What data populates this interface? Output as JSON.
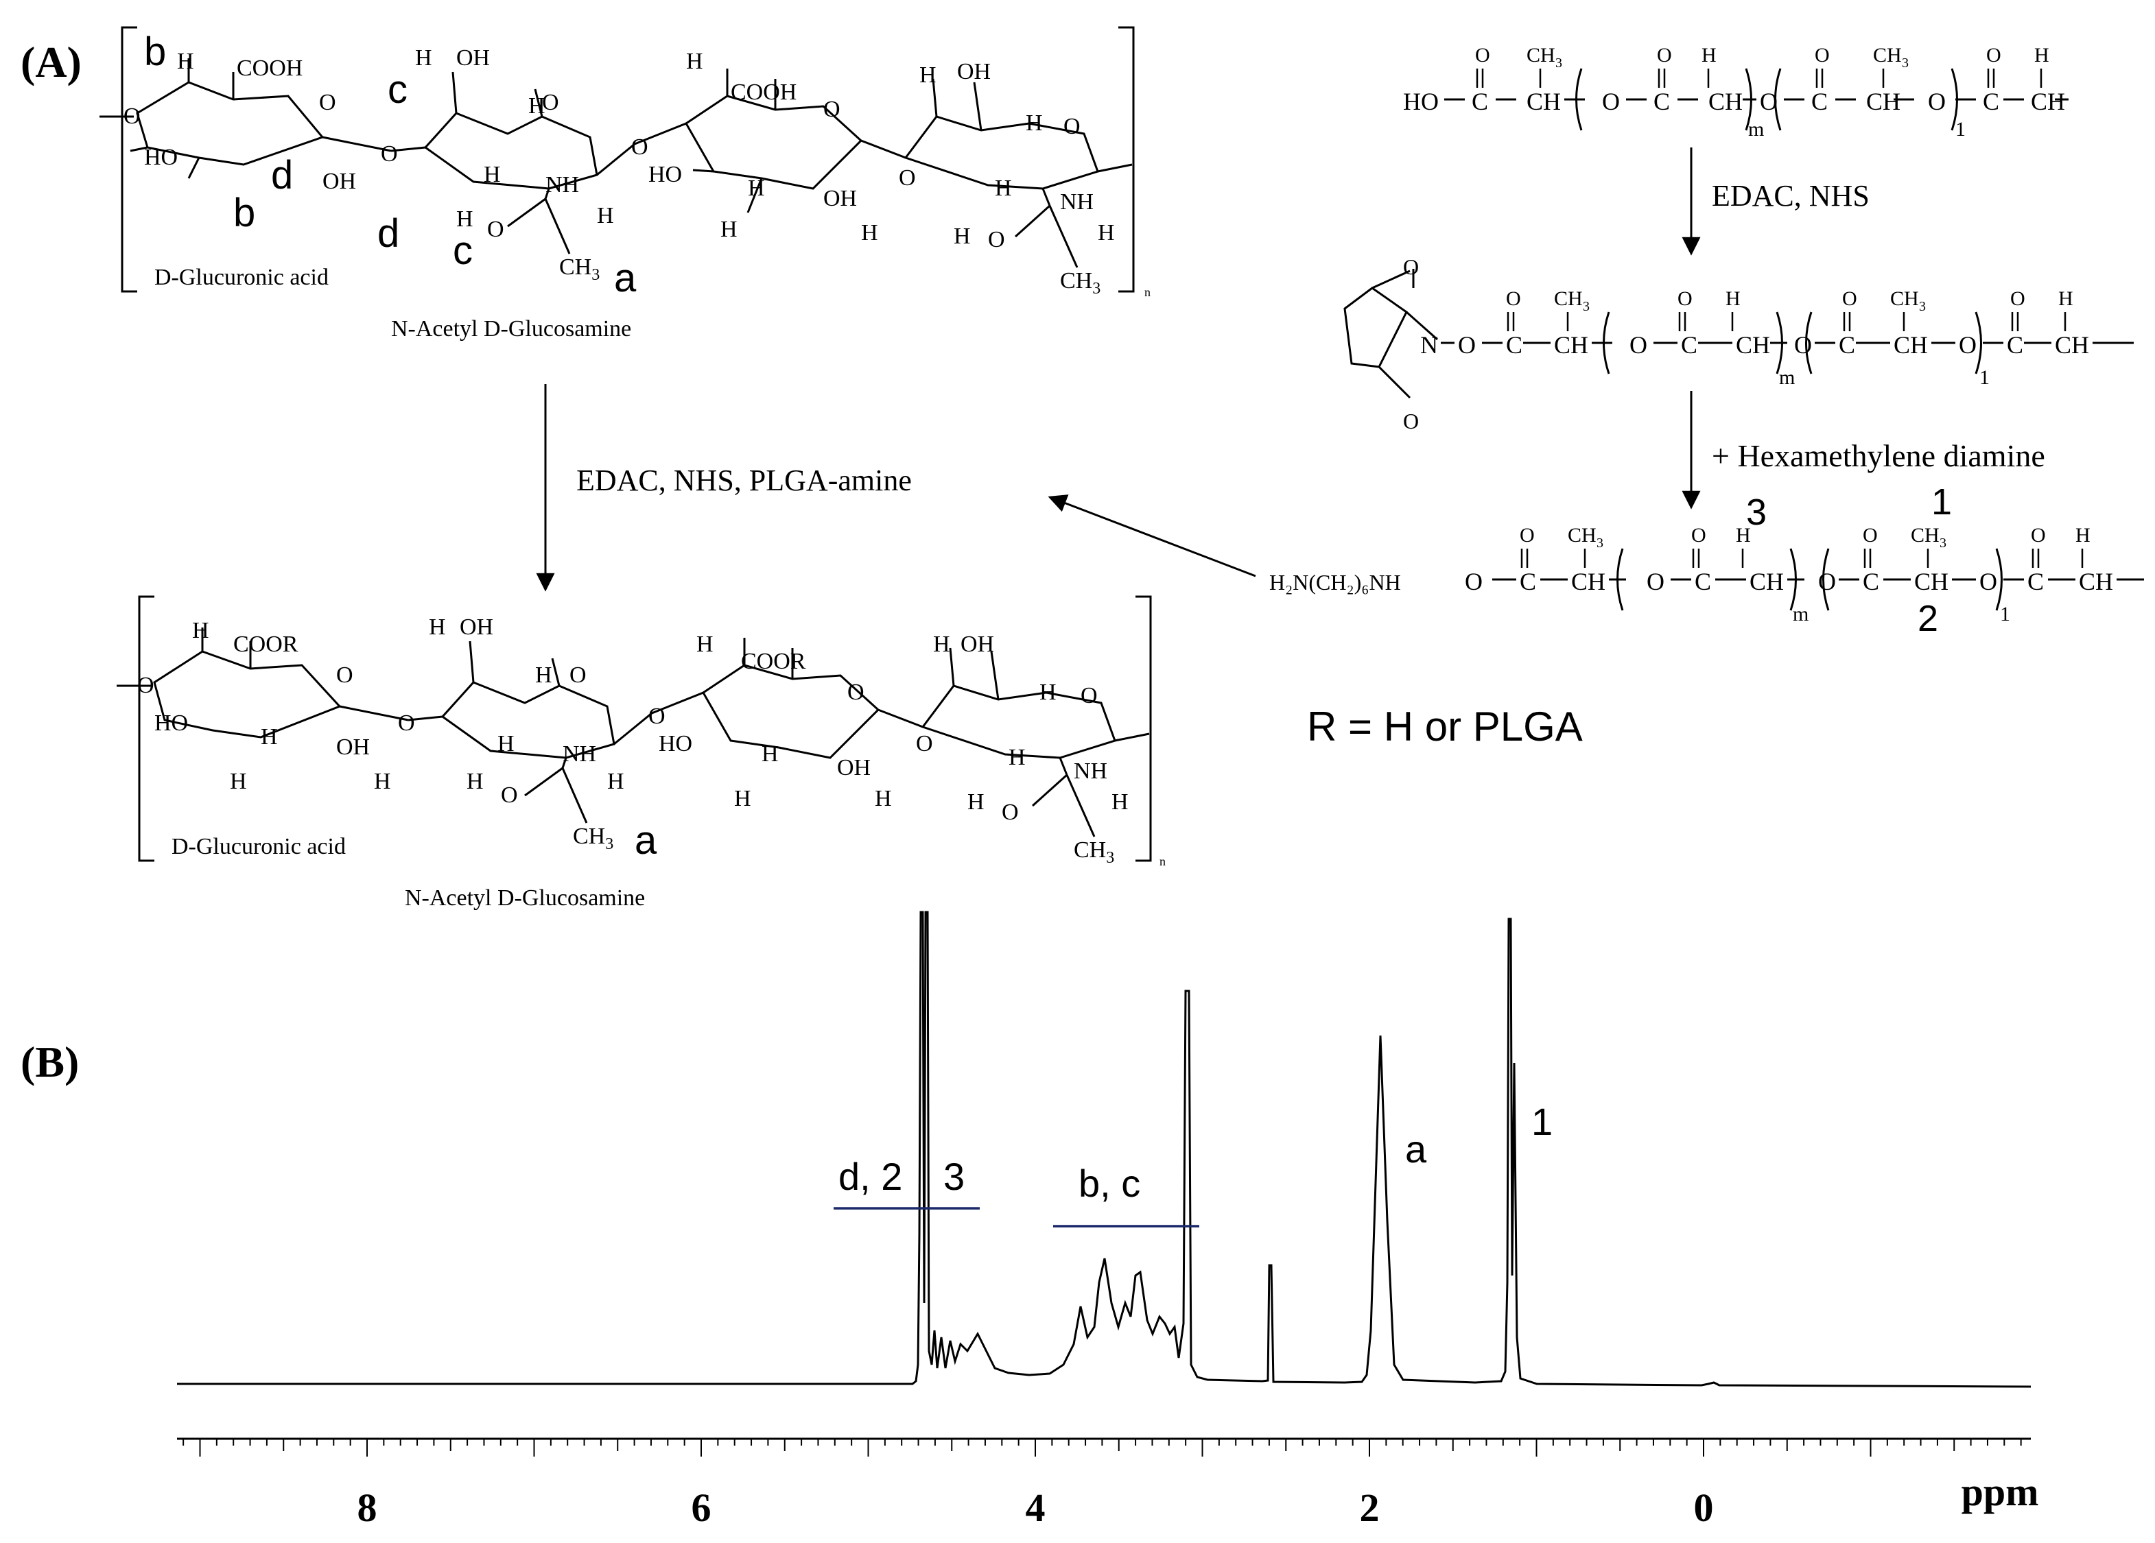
{
  "panels": {
    "a_label": "(A)",
    "b_label": "(B)"
  },
  "top_ha": {
    "labels": {
      "glucuronic": "D-Glucuronic acid",
      "glucosamine": "N-Acetyl D-Glucosamine"
    },
    "cooh": "COOH",
    "oh": "OH",
    "ho": "HO",
    "h": "H",
    "nh": "NH",
    "ch3": "CH",
    "ch3_sub": "3",
    "o": "O",
    "n_sub": "n",
    "letters": {
      "a": "a",
      "b": "b",
      "c": "c",
      "d": "d"
    }
  },
  "bottom_ha": {
    "labels": {
      "glucuronic": "D-Glucuronic acid",
      "glucosamine": "N-Acetyl D-Glucosamine"
    },
    "coor": "COOR",
    "letter_a": "a"
  },
  "arrows": {
    "left_step": "EDAC, NHS, PLGA-amine",
    "step1": "EDAC, NHS",
    "step2": "+ Hexamethylene diamine"
  },
  "plga": {
    "ho_end": "HO",
    "m": "m",
    "l": "1",
    "amine_head": "H₂N(CH₂)₆NH",
    "labels": {
      "one": "1",
      "two": "2",
      "three": "3"
    }
  },
  "r_note": "R = H or PLGA",
  "nmr": {
    "axis_unit": "ppm",
    "x_ticks": [
      "8",
      "6",
      "4",
      "2",
      "0"
    ],
    "annotations": {
      "d2": "d, 2",
      "three": "3",
      "bc": "b, c",
      "a": "a",
      "one": "1"
    }
  }
}
